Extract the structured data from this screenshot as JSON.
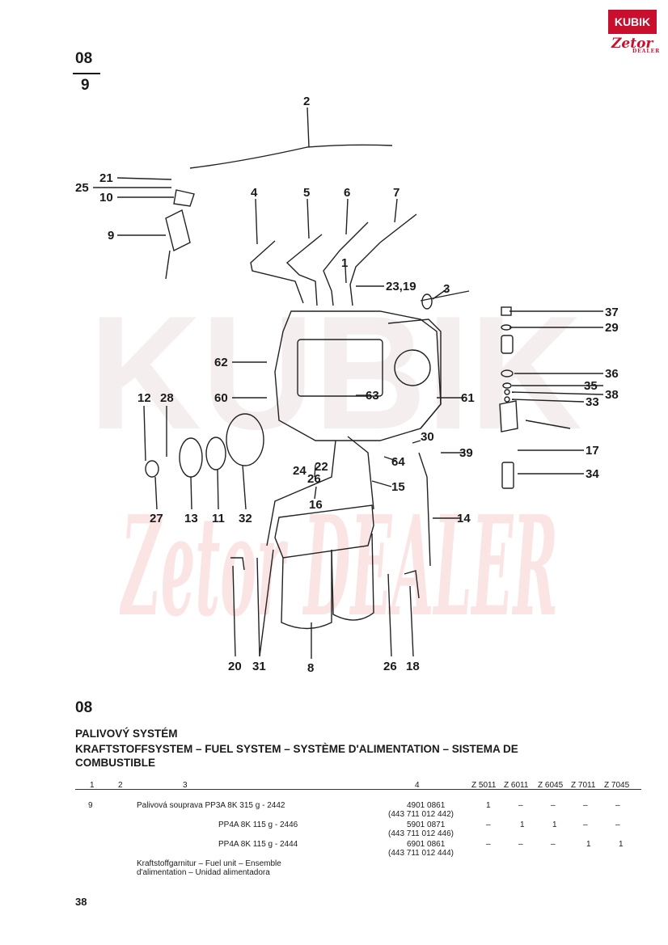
{
  "header": {
    "section_number": "08",
    "section_sub": "9",
    "logo_brand": "KUBIK",
    "logo_sub": "Zetor",
    "logo_dealer": "DEALER"
  },
  "watermark": {
    "text_top": "KUBIK",
    "text_bottom": "Zetor DEALER"
  },
  "diagram": {
    "labels": {
      "l1": "1",
      "l2": "2",
      "l3": "3",
      "l4": "4",
      "l5": "5",
      "l6": "6",
      "l7": "7",
      "l8": "8",
      "l9": "9",
      "l10": "10",
      "l11": "11",
      "l12": "12",
      "l13": "13",
      "l14": "14",
      "l15": "15",
      "l16": "16",
      "l17": "17",
      "l18": "18",
      "l20": "20",
      "l21": "21",
      "l22": "22",
      "l2319": "23,19",
      "l24": "24",
      "l25": "25",
      "l26a": "26",
      "l26b": "26",
      "l27": "27",
      "l28": "28",
      "l29": "29",
      "l30": "30",
      "l31": "31",
      "l32": "32",
      "l33": "33",
      "l34": "34",
      "l35": "35",
      "l36": "36",
      "l37": "37",
      "l38": "38",
      "l39": "39",
      "l60": "60",
      "l61": "61",
      "l62": "62",
      "l63": "63",
      "l64": "64"
    }
  },
  "section": {
    "number": "08",
    "title": "PALIVOVÝ SYSTÉM",
    "subtitle": "KRAFTSTOFFSYSTEM – FUEL SYSTEM – SYSTÈME D'ALIMENTATION – SISTEMA DE COMBUSTIBLE"
  },
  "table": {
    "columns": [
      "1",
      "2",
      "3",
      "4",
      "Z 5011",
      "Z 6011",
      "Z 6045",
      "Z 7011",
      "Z 7045"
    ],
    "rows": [
      {
        "pos": "9",
        "desc": "Palivová souprava PP3A 8K 315 g - 2442",
        "part": "4901 0861",
        "ref": "(443 711 012 442)",
        "q": [
          "1",
          "–",
          "–",
          "–",
          "–"
        ]
      },
      {
        "pos": "",
        "desc": "PP4A 8K 115 g - 2446",
        "part": "5901 0871",
        "ref": "(443 711 012 446)",
        "q": [
          "–",
          "1",
          "1",
          "–",
          "–"
        ]
      },
      {
        "pos": "",
        "desc": "PP4A 8K 115 g - 2444",
        "part": "6901 0861",
        "ref": "(443 711 012 444)",
        "q": [
          "–",
          "–",
          "–",
          "1",
          "1"
        ]
      }
    ],
    "note_line1": "Kraftstoffgarnitur – Fuel unit – Ensemble",
    "note_line2": "d'alimentation – Unidad alimentadora"
  },
  "footer": {
    "page_number": "38"
  }
}
